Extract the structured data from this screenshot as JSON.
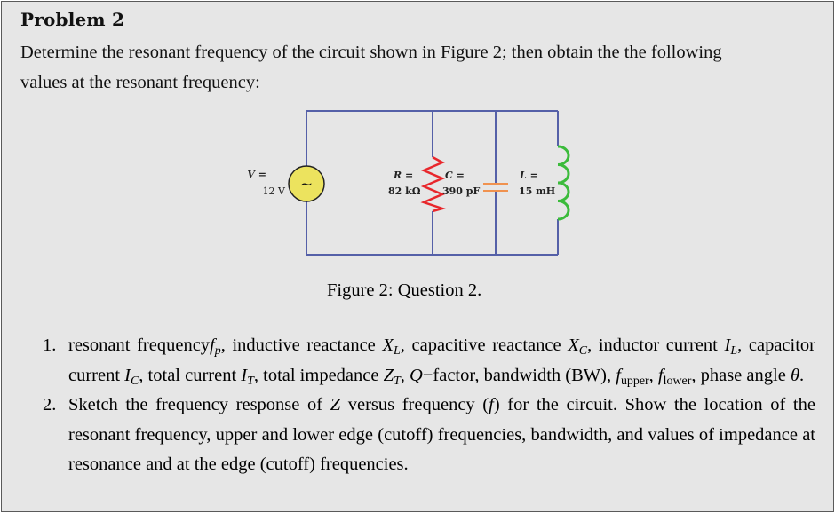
{
  "problem": {
    "title": "Problem 2",
    "intro_line1": "Determine the resonant frequency of the circuit shown in Figure 2; then obtain the the following",
    "intro_line2": "values at the resonant frequency:"
  },
  "figure": {
    "caption": "Figure 2:  Question 2.",
    "colors": {
      "wire": "#5560a8",
      "source_fill": "#ece35e",
      "resistor": "#e8272c",
      "capacitor": "#f0924f",
      "inductor": "#3bbb3b"
    },
    "source": {
      "symbol_var": "V",
      "eq": " =",
      "value": "12 V",
      "glyph": "~"
    },
    "resistor": {
      "symbol_var": "R",
      "eq": " =",
      "value": "82 kΩ"
    },
    "capacitor": {
      "symbol_var": "C",
      "eq": " =",
      "value": "390 pF"
    },
    "inductor": {
      "symbol_var": "L",
      "eq": " =",
      "value": "15 mH"
    }
  },
  "list": {
    "item1": {
      "num": "1.",
      "t1": "resonant frequency",
      "fp_var": "f",
      "fp_sub": "p",
      "t2": ", inductive reactance ",
      "xl_var": "X",
      "xl_sub": "L",
      "t3": ", capacitive reactance ",
      "xc_var": "X",
      "xc_sub": "C",
      "t4": ", inductor current ",
      "il_var": "I",
      "il_sub": "L",
      "t5": ", capacitor current ",
      "ic_var": "I",
      "ic_sub": "C",
      "t6": ", total current ",
      "it_var": "I",
      "it_sub": "T",
      "t7": ", total impedance ",
      "zt_var": "Z",
      "zt_sub": "T",
      "t8": ", ",
      "q_var": "Q",
      "t9": "−factor, bandwidth (BW), ",
      "fu_var": "f",
      "fu_sub": "upper",
      "t10": ", ",
      "fl_var": "f",
      "fl_sub": "lower",
      "t11": ", phase angle ",
      "theta": "θ",
      "t12": "."
    },
    "item2": {
      "num": "2.",
      "t1": "Sketch the frequency response of ",
      "z_var": "Z",
      "t2": " versus frequency (",
      "f_var": "f",
      "t3": ") for the circuit. Show the location of the resonant frequency, upper and lower edge (cutoff) frequencies, bandwidth, and values of impedance at resonance and at the edge (cutoff) frequencies."
    }
  }
}
